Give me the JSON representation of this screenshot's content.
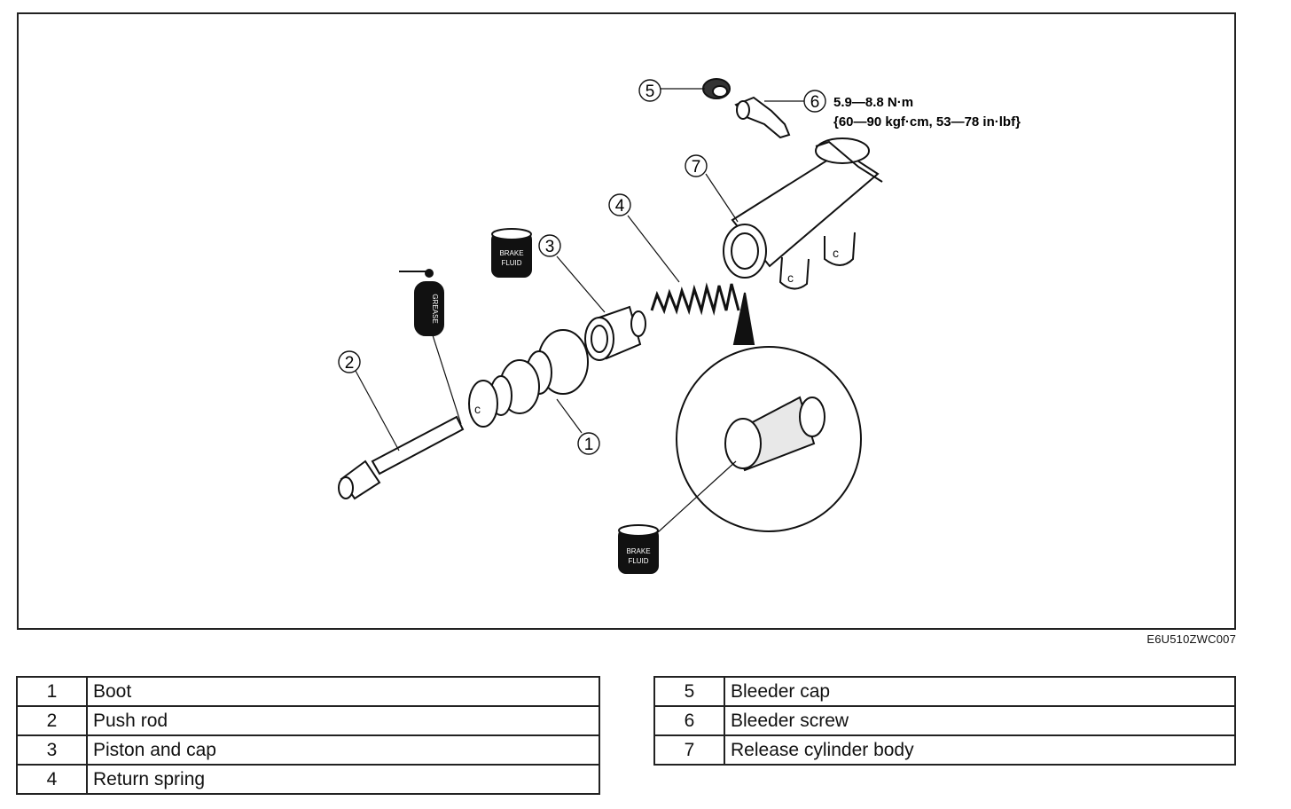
{
  "figure_code": "E6U510ZWC007",
  "torque_spec": {
    "line1": "5.9—8.8 N·m",
    "line2": "{60—90 kgf·cm, 53—78 in·lbf}"
  },
  "labels": {
    "grease_can": "GREASE",
    "brake_fluid_can_line1": "BRAKE",
    "brake_fluid_can_line2": "FLUID"
  },
  "callouts": [
    "1",
    "2",
    "3",
    "4",
    "5",
    "6",
    "7"
  ],
  "parts_left": [
    {
      "num": "1",
      "name": "Boot"
    },
    {
      "num": "2",
      "name": "Push rod"
    },
    {
      "num": "3",
      "name": "Piston and cap"
    },
    {
      "num": "4",
      "name": "Return spring"
    }
  ],
  "parts_right": [
    {
      "num": "5",
      "name": "Bleeder cap"
    },
    {
      "num": "6",
      "name": "Bleeder screw"
    },
    {
      "num": "7",
      "name": "Release cylinder body"
    }
  ]
}
